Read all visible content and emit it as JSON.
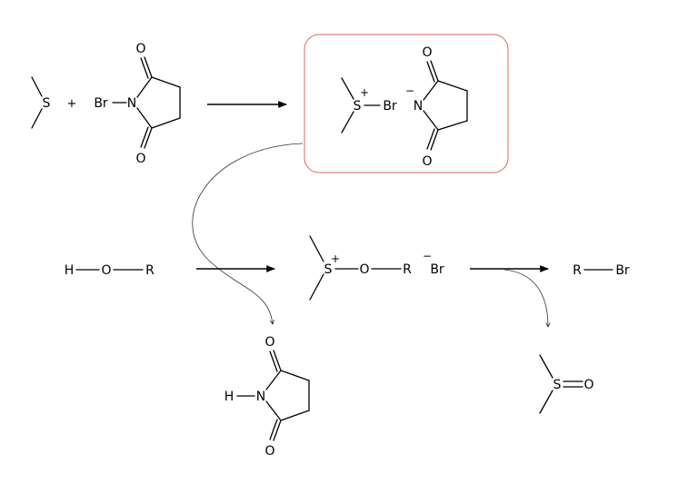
{
  "colors": {
    "highlight_box": "#e06060",
    "ink": "#000000"
  },
  "reaction": {
    "step1": {
      "reactant_1": {
        "atom_s": "S"
      },
      "plus": "+",
      "reactant_2": {
        "atom_br": "Br",
        "atom_n": "N",
        "atom_o_top": "O",
        "atom_o_bottom": "O"
      },
      "product": {
        "atom_s": "S",
        "charge_s": "+",
        "atom_br": "Br",
        "charge_n": "−",
        "atom_n": "N",
        "atom_o_top": "O",
        "atom_o_bottom": "O"
      }
    },
    "step2": {
      "alcohol": {
        "atom_h": "H",
        "atom_o": "O",
        "atom_r": "R"
      },
      "intermediate": {
        "atom_s": "S",
        "charge_s": "+",
        "atom_o": "O",
        "atom_r": "R",
        "counter_charge": "−",
        "counter_ion": "Br"
      },
      "byproduct_succinimide": {
        "atom_h": "H",
        "atom_n": "N",
        "atom_o_top": "O",
        "atom_o_bottom": "O"
      }
    },
    "step3": {
      "product": {
        "atom_r": "R",
        "atom_br": "Br"
      },
      "byproduct_dmso": {
        "atom_s": "S",
        "atom_o": "O"
      }
    }
  }
}
